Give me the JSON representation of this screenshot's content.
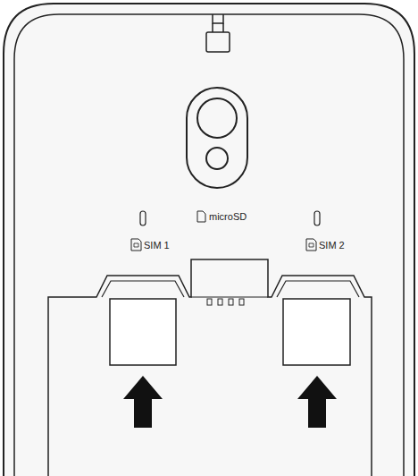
{
  "diagram": {
    "labels": [
      "SIM 1",
      "microSD",
      "SIM 2"
    ]
  }
}
